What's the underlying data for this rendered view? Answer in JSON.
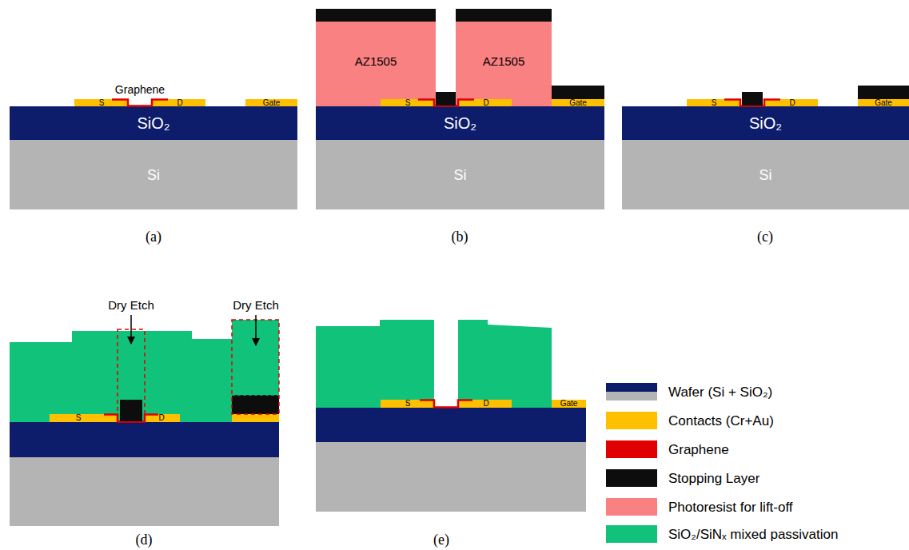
{
  "diagram": {
    "nodes": [
      {
        "text": [
          "SiO₂"
        ]
      },
      {
        "text": [
          "Si"
        ]
      },
      {
        "text": [
          "S",
          "D"
        ]
      },
      {
        "text": [
          "Gate"
        ]
      },
      {
        "text": [
          "AZ1505"
        ]
      },
      {
        "text": [
          "AZ1505"
        ]
      },
      {
        "text": [
          "SiO₂"
        ]
      },
      {
        "text": [
          "Si"
        ]
      },
      {
        "text": [
          "S",
          "D"
        ]
      },
      {
        "text": [
          "Gate"
        ]
      },
      {
        "text": [
          "SiO₂"
        ]
      },
      {
        "text": [
          "Si"
        ]
      },
      {
        "text": [
          "S",
          "D"
        ]
      },
      {
        "text": [
          "Gate"
        ]
      },
      {
        "text": [
          "S",
          "D"
        ]
      },
      {
        "text": [
          "S",
          "D"
        ]
      },
      {
        "text": [
          "Gate"
        ]
      }
    ],
    "labels": [
      "Graphene",
      "(a)",
      "(b)",
      "(c)",
      "Dry Etch",
      "Dry Etch",
      "(d)",
      "(e)"
    ],
    "legend": [
      {
        "text": "Wafer (Si + SiO₂)"
      },
      {
        "text": "Contacts (Cr+Au)",
        "color": "#ffc000"
      },
      {
        "text": "Graphene",
        "color": "#e00000"
      },
      {
        "text": "Stopping Layer",
        "color": "#0d0d0d"
      },
      {
        "text": "Photoresist for lift-off",
        "color": "#f98181"
      },
      {
        "text": "SiO₂/SiNₓ mixed passivation",
        "color": "#11c27a"
      }
    ]
  }
}
